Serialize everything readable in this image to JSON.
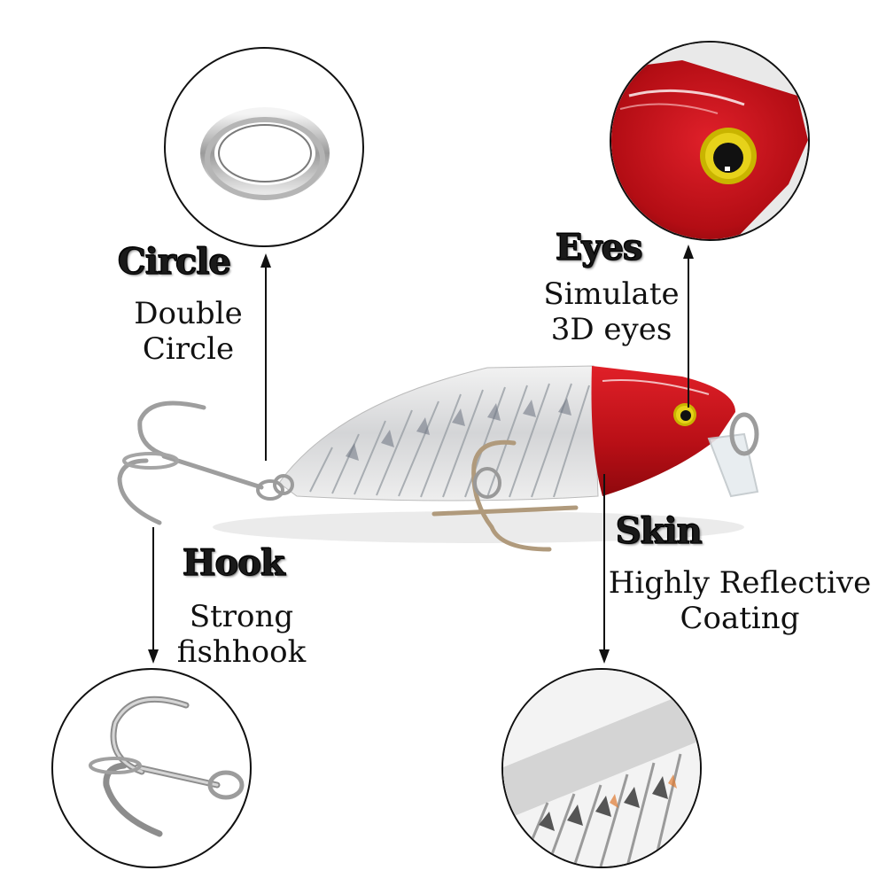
{
  "product": "Fishing lure (minnow) feature diagram",
  "colors": {
    "head_red": "#c8121a",
    "body_silver": "#d9dadc",
    "line": "#111111",
    "background": "#ffffff"
  },
  "callouts": {
    "circle": {
      "title": "Circle",
      "desc_line1": "Double",
      "desc_line2": "Circle"
    },
    "eyes": {
      "title": "Eyes",
      "desc_line1": "Simulate",
      "desc_line2": "3D eyes"
    },
    "hook": {
      "title": "Hook",
      "desc_line1": "Strong",
      "desc_line2": "fishhook"
    },
    "skin": {
      "title": "Skin",
      "desc_line1": "Highly Reflective",
      "desc_line2": "Coating"
    }
  }
}
